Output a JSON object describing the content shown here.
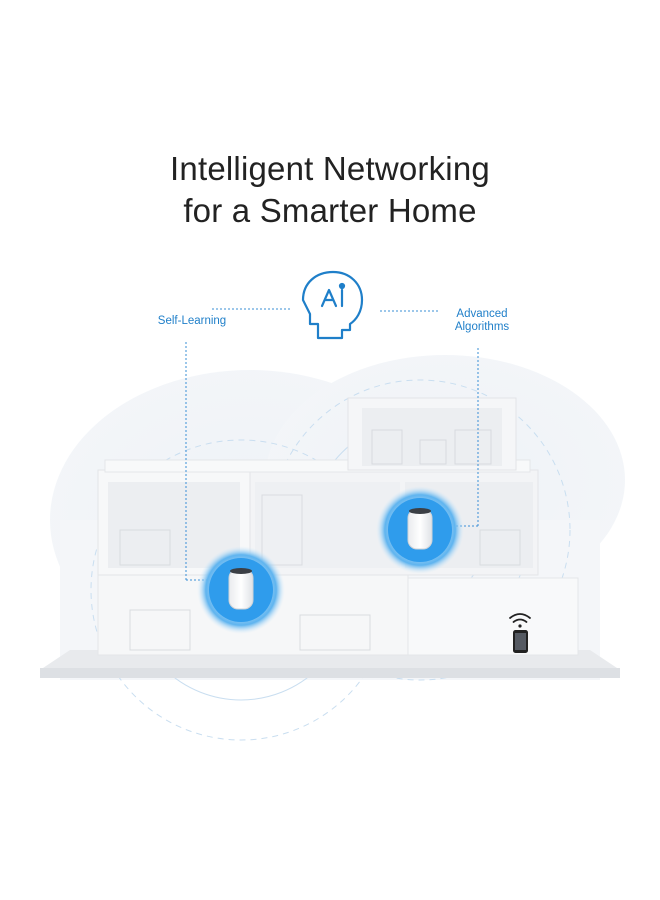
{
  "headline": {
    "line1": "Intelligent Networking",
    "line2": "for a Smarter Home"
  },
  "labels": {
    "left": "Self-Learning",
    "right_line1": "Advanced",
    "right_line2": "Algorithms"
  },
  "icons": {
    "center": "ai-head-icon",
    "phone": "smartphone-icon",
    "wifi": "wifi-icon",
    "router": "mesh-router-icon"
  },
  "colors": {
    "accent": "#1f7fc9",
    "glow": "#3aa6f0",
    "house": "#f1f2f4"
  }
}
